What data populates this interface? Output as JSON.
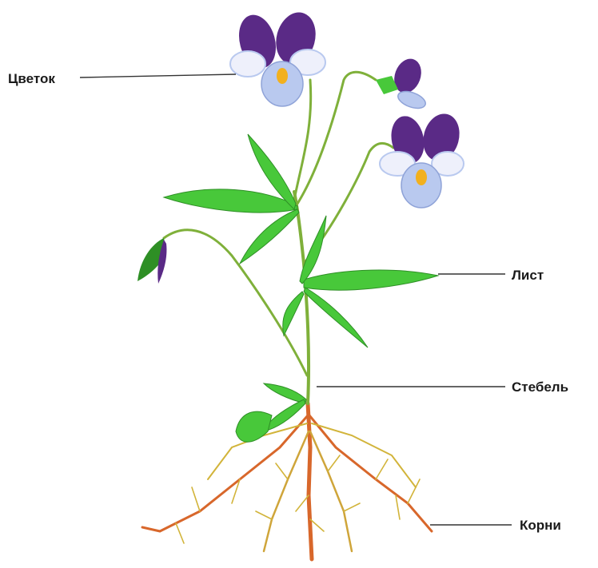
{
  "labels": {
    "flower": "Цветок",
    "leaf": "Лист",
    "stem": "Стебель",
    "roots": "Корни"
  },
  "colors": {
    "petal_dark": "#5a2a86",
    "petal_light": "#eef0fb",
    "petal_blue": "#b9c9ef",
    "flower_center": "#f2b01e",
    "leaf_green": "#48c83a",
    "stem_green": "#7fb03a",
    "root_yellow": "#d2b43a",
    "root_orange": "#d8672b"
  }
}
